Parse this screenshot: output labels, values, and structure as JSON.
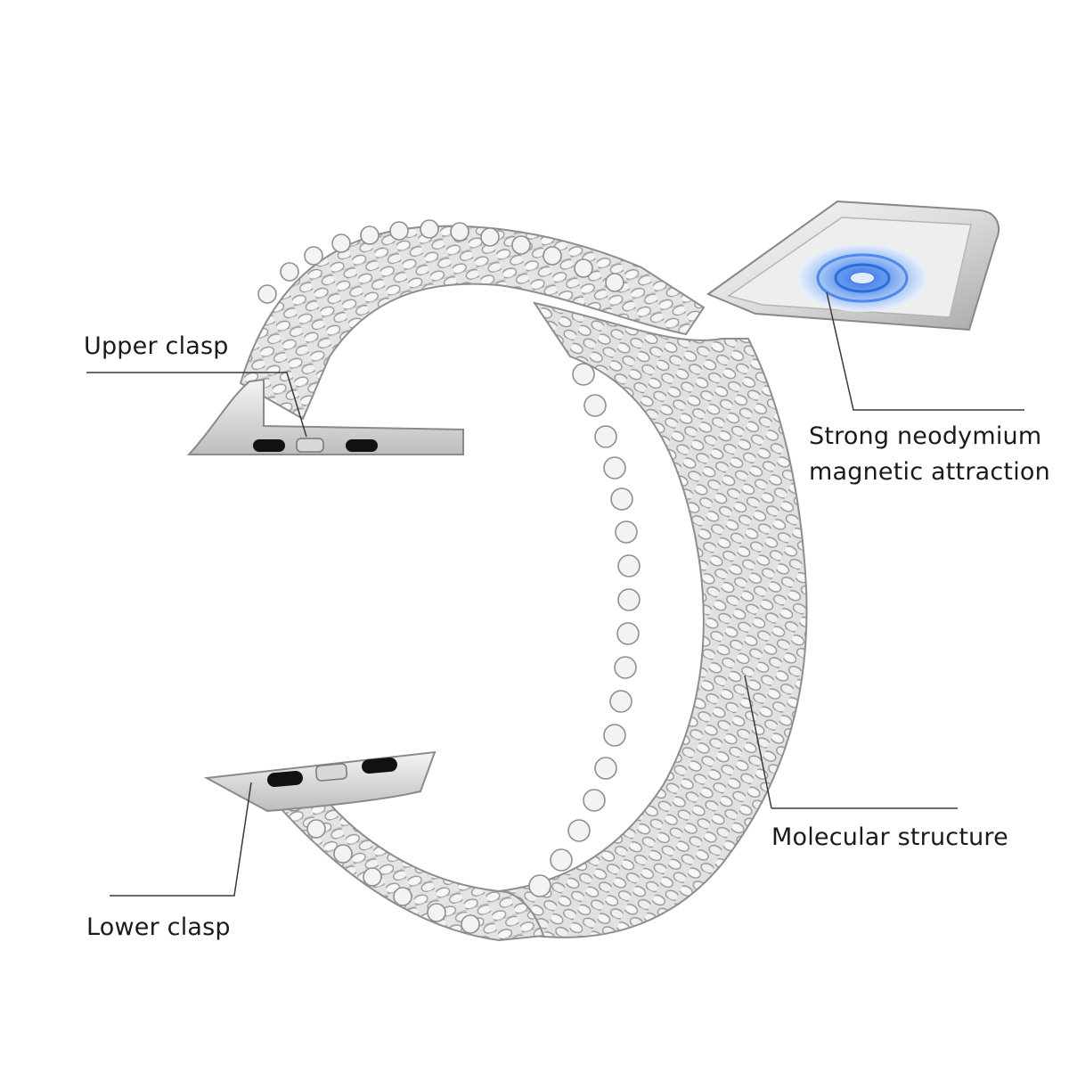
{
  "callouts": {
    "upper_clasp": "Upper clasp",
    "lower_clasp": "Lower clasp",
    "molecular_structure": "Molecular structure",
    "magnet_line1": "Strong neodymium",
    "magnet_line2": "magnetic attraction"
  },
  "colors": {
    "background": "#ffffff",
    "metal_light": "#f1f1f1",
    "metal_mid": "#cfcfcf",
    "metal_dark": "#9a9a9a",
    "magnet_glow": "#4f86e8",
    "leader_line": "#3a3a3a",
    "slot": "#111111"
  },
  "icons": {
    "band": "mesh-band-illustration",
    "magnet": "magnet-clasp-icon",
    "upper_clasp": "upper-connector-icon",
    "lower_clasp": "lower-connector-icon"
  }
}
